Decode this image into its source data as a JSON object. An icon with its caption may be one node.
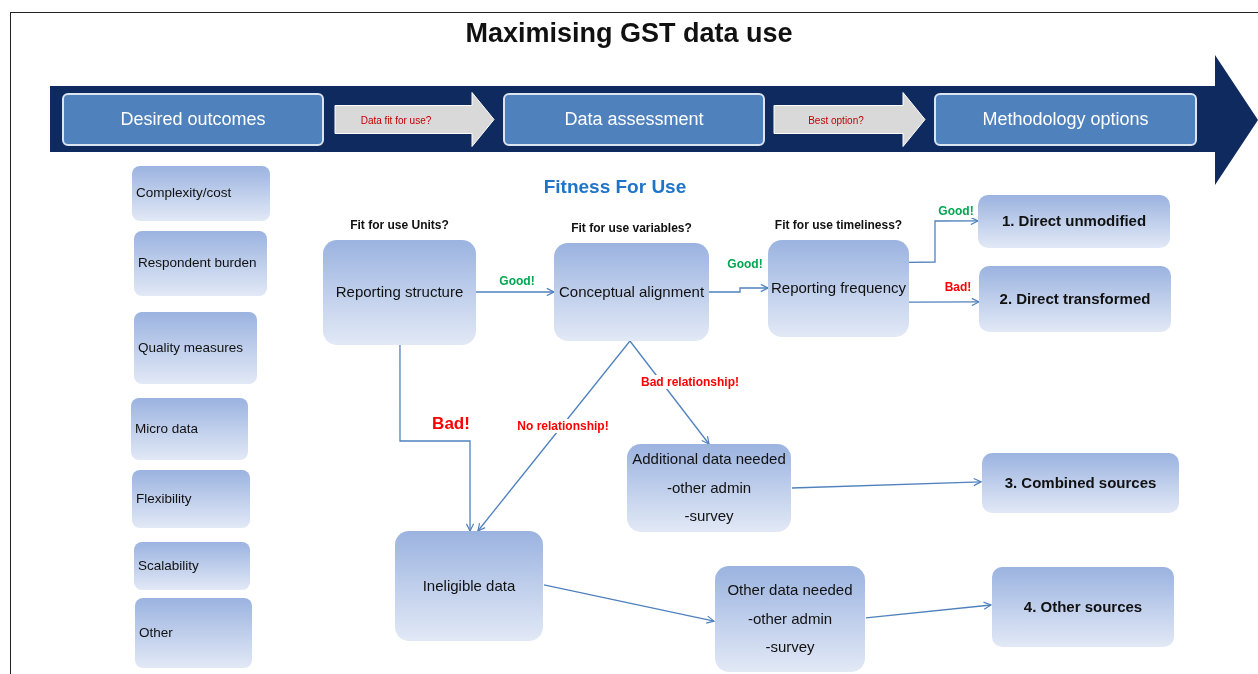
{
  "diagram": {
    "title": "Maximising GST data use",
    "nodes": [
      {
        "text": [
          "Desired outcomes"
        ]
      },
      {
        "text": [
          "Data assessment"
        ]
      },
      {
        "text": [
          "Methodology options"
        ]
      },
      {
        "text": [
          "Complexity/cost"
        ]
      },
      {
        "text": [
          "Respondent burden"
        ]
      },
      {
        "text": [
          "Quality measures"
        ]
      },
      {
        "text": [
          "Micro data"
        ]
      },
      {
        "text": [
          "Flexibility"
        ]
      },
      {
        "text": [
          "Scalability"
        ]
      },
      {
        "text": [
          "Other"
        ]
      },
      {
        "text": [
          "Reporting structure"
        ],
        "beside": [
          "Fit for use Units?"
        ]
      },
      {
        "text": [
          "Conceptual alignment"
        ],
        "beside": [
          "Fit for use variables?"
        ]
      },
      {
        "text": [
          "Reporting frequency"
        ],
        "beside": [
          "Fit for use timeliness?"
        ]
      },
      {
        "text": [
          "1. Direct unmodified"
        ]
      },
      {
        "text": [
          "2. Direct  transformed"
        ]
      },
      {
        "text": [
          "Additional data needed",
          "-other admin",
          "-survey"
        ]
      },
      {
        "text": [
          "3. Combined sources"
        ]
      },
      {
        "text": [
          "Ineligible data"
        ]
      },
      {
        "text": [
          "Other data needed",
          "-other admin",
          "-survey"
        ]
      },
      {
        "text": [
          "4. Other sources"
        ]
      }
    ],
    "edges": [
      {
        "from": 0,
        "to": 1,
        "arrow": "to",
        "label": "Data fit for use?",
        "style": "thick",
        "color": "#d9d9d9"
      },
      {
        "from": 1,
        "to": 2,
        "arrow": "to",
        "label": "Best option?",
        "style": "thick",
        "color": "#d9d9d9"
      },
      {
        "from": 10,
        "to": 11,
        "arrow": "to",
        "label": "Good!"
      },
      {
        "from": 11,
        "to": 12,
        "arrow": "to",
        "label": "Good!"
      },
      {
        "from": 12,
        "to": 13,
        "arrow": "to",
        "label": "Good!"
      },
      {
        "from": 12,
        "to": 14,
        "arrow": "to",
        "label": "Bad!"
      },
      {
        "from": 10,
        "to": 17,
        "arrow": "to",
        "label": "Bad!"
      },
      {
        "from": 11,
        "to": 17,
        "arrow": "to",
        "label": "No relationship!"
      },
      {
        "from": 11,
        "to": 15,
        "arrow": "to",
        "label": "Bad relationship!"
      },
      {
        "from": 15,
        "to": 16,
        "arrow": "to"
      },
      {
        "from": 17,
        "to": 18,
        "arrow": "to"
      },
      {
        "from": 18,
        "to": 19,
        "arrow": "to"
      }
    ],
    "labels": [
      "Fitness For Use"
    ]
  }
}
